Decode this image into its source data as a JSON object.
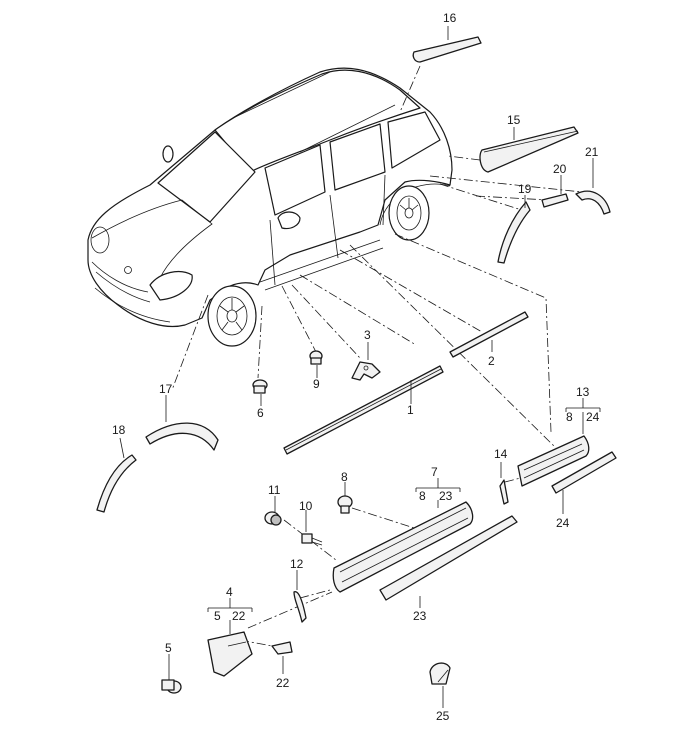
{
  "callouts": [
    {
      "id": "c16",
      "text": "16"
    },
    {
      "id": "c15",
      "text": "15"
    },
    {
      "id": "c20",
      "text": "20"
    },
    {
      "id": "c21",
      "text": "21"
    },
    {
      "id": "c19",
      "text": "19"
    },
    {
      "id": "c3",
      "text": "3"
    },
    {
      "id": "c2",
      "text": "2"
    },
    {
      "id": "c9",
      "text": "9"
    },
    {
      "id": "c6",
      "text": "6"
    },
    {
      "id": "c17",
      "text": "17"
    },
    {
      "id": "c1",
      "text": "1"
    },
    {
      "id": "c18",
      "text": "18"
    },
    {
      "id": "c13",
      "text": "13"
    },
    {
      "id": "c13a",
      "text": "8"
    },
    {
      "id": "c13b",
      "text": "24"
    },
    {
      "id": "c14",
      "text": "14"
    },
    {
      "id": "c7",
      "text": "7"
    },
    {
      "id": "c7a",
      "text": "8"
    },
    {
      "id": "c7b",
      "text": "23"
    },
    {
      "id": "c8",
      "text": "8"
    },
    {
      "id": "c11",
      "text": "11"
    },
    {
      "id": "c10",
      "text": "10"
    },
    {
      "id": "c24",
      "text": "24"
    },
    {
      "id": "c12",
      "text": "12"
    },
    {
      "id": "c4",
      "text": "4"
    },
    {
      "id": "c4a",
      "text": "5"
    },
    {
      "id": "c4b",
      "text": "22"
    },
    {
      "id": "c23",
      "text": "23"
    },
    {
      "id": "c5",
      "text": "5"
    },
    {
      "id": "c22",
      "text": "22"
    },
    {
      "id": "c25",
      "text": "25"
    }
  ]
}
